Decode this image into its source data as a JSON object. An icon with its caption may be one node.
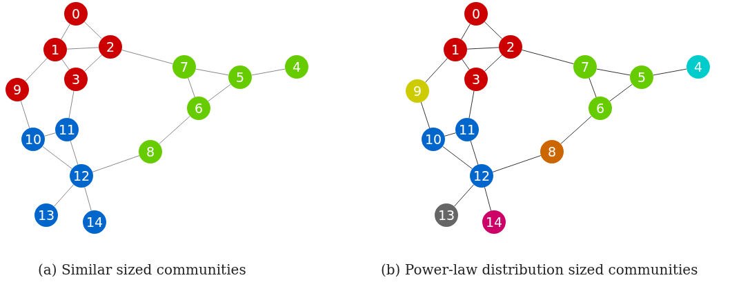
{
  "diagram": {
    "nodes": [
      {
        "text": [
          "0"
        ]
      },
      {
        "text": [
          "1"
        ]
      },
      {
        "text": [
          "2"
        ]
      },
      {
        "text": [
          "3"
        ]
      },
      {
        "text": [
          "4"
        ]
      },
      {
        "text": [
          "5"
        ]
      },
      {
        "text": [
          "6"
        ]
      },
      {
        "text": [
          "7"
        ]
      },
      {
        "text": [
          "8"
        ]
      },
      {
        "text": [
          "9"
        ]
      },
      {
        "text": [
          "10"
        ]
      },
      {
        "text": [
          "11"
        ]
      },
      {
        "text": [
          "12"
        ]
      },
      {
        "text": [
          "13"
        ]
      },
      {
        "text": [
          "14"
        ]
      },
      {
        "text": [
          "0"
        ]
      },
      {
        "text": [
          "1"
        ]
      },
      {
        "text": [
          "2"
        ]
      },
      {
        "text": [
          "3"
        ]
      },
      {
        "text": [
          "4"
        ]
      },
      {
        "text": [
          "5"
        ]
      },
      {
        "text": [
          "6"
        ]
      },
      {
        "text": [
          "7"
        ]
      },
      {
        "text": [
          "8"
        ]
      },
      {
        "text": [
          "9"
        ]
      },
      {
        "text": [
          "10"
        ]
      },
      {
        "text": [
          "11"
        ]
      },
      {
        "text": [
          "12"
        ]
      },
      {
        "text": [
          "13"
        ]
      },
      {
        "text": [
          "14"
        ]
      }
    ],
    "edges": [
      {
        "from": 0,
        "to": 1,
        "arrow": "none"
      },
      {
        "from": 0,
        "to": 2,
        "arrow": "none"
      },
      {
        "from": 1,
        "to": 2,
        "arrow": "none"
      },
      {
        "from": 1,
        "to": 3,
        "arrow": "none"
      },
      {
        "from": 2,
        "to": 3,
        "arrow": "none"
      },
      {
        "from": 1,
        "to": 9,
        "arrow": "none"
      },
      {
        "from": 9,
        "to": 10,
        "arrow": "none"
      },
      {
        "from": 10,
        "to": 11,
        "arrow": "none"
      },
      {
        "from": 3,
        "to": 11,
        "arrow": "none"
      },
      {
        "from": 10,
        "to": 12,
        "arrow": "none"
      },
      {
        "from": 11,
        "to": 12,
        "arrow": "none"
      },
      {
        "from": 12,
        "to": 13,
        "arrow": "none"
      },
      {
        "from": 12,
        "to": 14,
        "arrow": "none"
      },
      {
        "from": 12,
        "to": 8,
        "arrow": "none"
      },
      {
        "from": 8,
        "to": 6,
        "arrow": "none"
      },
      {
        "from": 2,
        "to": 7,
        "arrow": "none"
      },
      {
        "from": 7,
        "to": 5,
        "arrow": "none"
      },
      {
        "from": 7,
        "to": 6,
        "arrow": "none"
      },
      {
        "from": 6,
        "to": 5,
        "arrow": "none"
      },
      {
        "from": 5,
        "to": 4,
        "arrow": "none"
      },
      {
        "from": 15,
        "to": 16,
        "arrow": "none"
      },
      {
        "from": 15,
        "to": 17,
        "arrow": "none"
      },
      {
        "from": 16,
        "to": 17,
        "arrow": "none"
      },
      {
        "from": 16,
        "to": 18,
        "arrow": "none"
      },
      {
        "from": 17,
        "to": 18,
        "arrow": "none"
      },
      {
        "from": 16,
        "to": 24,
        "arrow": "none"
      },
      {
        "from": 24,
        "to": 25,
        "arrow": "none"
      },
      {
        "from": 25,
        "to": 26,
        "arrow": "none"
      },
      {
        "from": 18,
        "to": 26,
        "arrow": "none"
      },
      {
        "from": 25,
        "to": 27,
        "arrow": "none"
      },
      {
        "from": 26,
        "to": 27,
        "arrow": "none"
      },
      {
        "from": 27,
        "to": 28,
        "arrow": "none"
      },
      {
        "from": 27,
        "to": 29,
        "arrow": "none"
      },
      {
        "from": 27,
        "to": 23,
        "arrow": "none"
      },
      {
        "from": 23,
        "to": 21,
        "arrow": "none"
      },
      {
        "from": 17,
        "to": 22,
        "arrow": "none"
      },
      {
        "from": 22,
        "to": 20,
        "arrow": "none"
      },
      {
        "from": 22,
        "to": 21,
        "arrow": "none"
      },
      {
        "from": 21,
        "to": 20,
        "arrow": "none"
      },
      {
        "from": 20,
        "to": 19,
        "arrow": "none"
      }
    ],
    "labels": [
      "(a) Similar sized communities",
      "(b) Power-law distribution sized communities"
    ]
  }
}
